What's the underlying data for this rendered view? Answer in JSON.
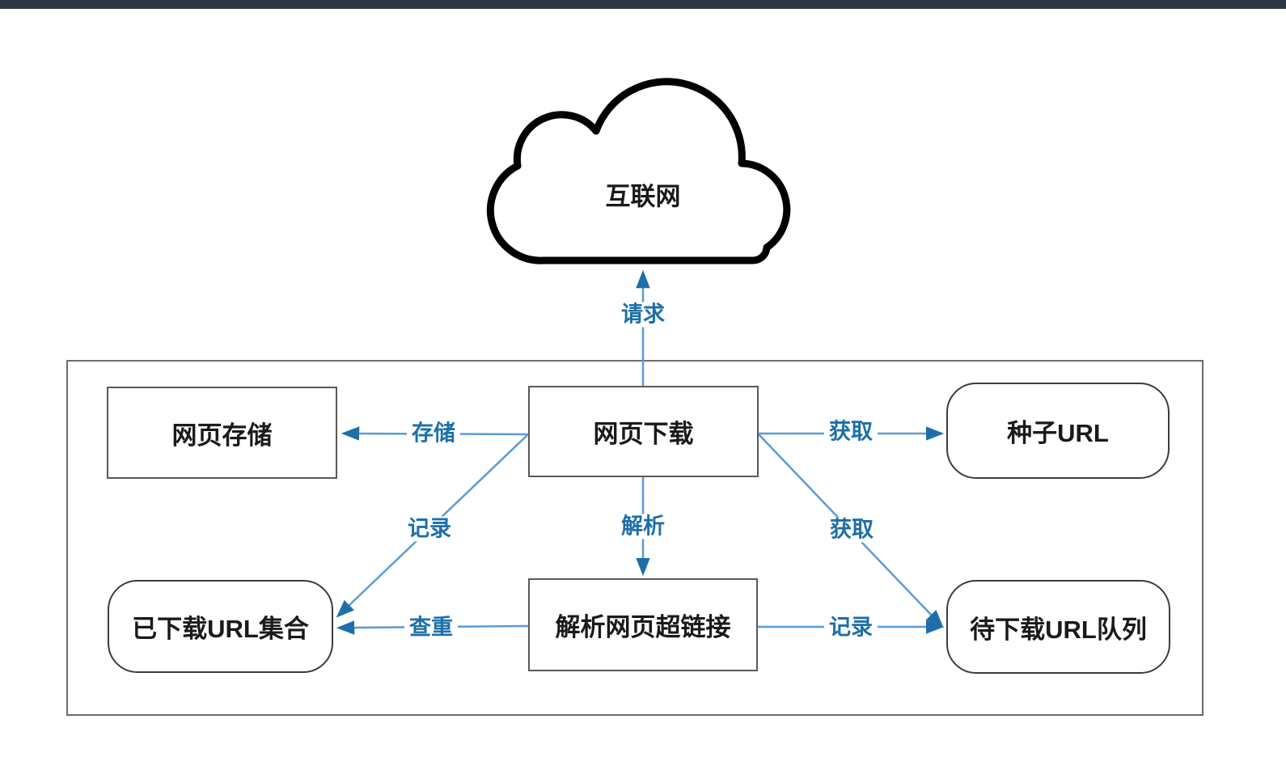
{
  "colors": {
    "top_bar": "#2c3944",
    "arrow_line": "#5b9bd5",
    "arrow_head": "#1e6fa8",
    "label_blue": "#1e6fa8",
    "box_border": "#595959",
    "rounded_border": "#3d3d3d",
    "container_border": "#6b6b6b",
    "cloud_stroke": "#000000",
    "background": "#ffffff",
    "text": "#1a1a1a"
  },
  "diagram": {
    "cloud": {
      "label": "互联网"
    },
    "nodes": {
      "web_storage": {
        "label": "网页存储",
        "shape": "rect"
      },
      "web_download": {
        "label": "网页下载",
        "shape": "rect"
      },
      "seed_url": {
        "label": "种子URL",
        "shape": "rounded"
      },
      "downloaded_url_set": {
        "label": "已下载URL集合",
        "shape": "rounded"
      },
      "parse_hyperlinks": {
        "label": "解析网页超链接",
        "shape": "rect"
      },
      "pending_url_queue": {
        "label": "待下载URL队列",
        "shape": "rounded"
      }
    },
    "edges": {
      "request": {
        "label": "请求",
        "from": "web_download",
        "to": "internet_cloud"
      },
      "store": {
        "label": "存储",
        "from": "web_download",
        "to": "web_storage"
      },
      "fetch_seed": {
        "label": "获取",
        "from": "web_download",
        "to": "seed_url"
      },
      "record_downloaded": {
        "label": "记录",
        "from": "web_download",
        "to": "downloaded_url_set"
      },
      "parse": {
        "label": "解析",
        "from": "web_download",
        "to": "parse_hyperlinks"
      },
      "fetch_queue": {
        "label": "获取",
        "from": "web_download",
        "to": "pending_url_queue"
      },
      "dedup": {
        "label": "查重",
        "from": "parse_hyperlinks",
        "to": "downloaded_url_set"
      },
      "record_queue": {
        "label": "记录",
        "from": "parse_hyperlinks",
        "to": "pending_url_queue"
      }
    }
  }
}
